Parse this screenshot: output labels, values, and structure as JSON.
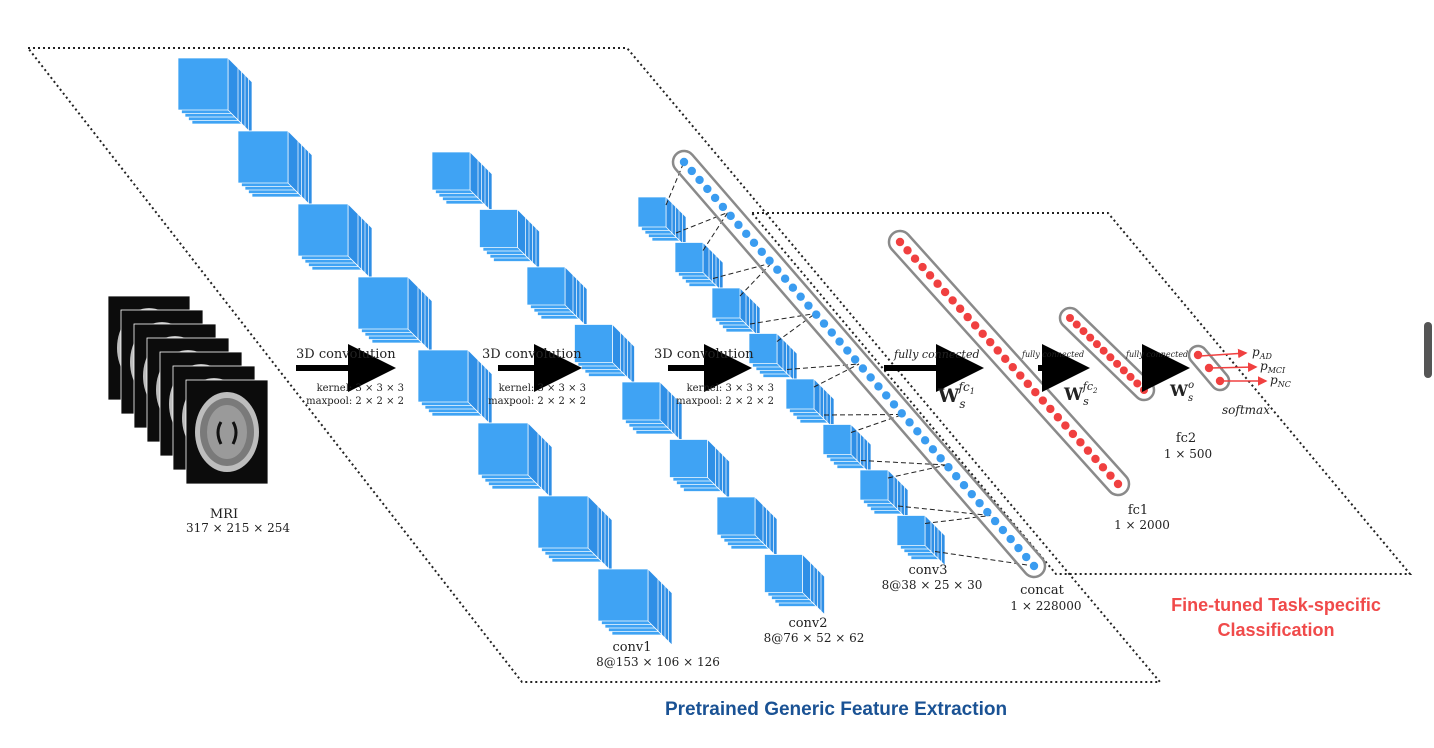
{
  "colors": {
    "cube_face": "#3fa3f4",
    "cube_edge": "#ffffff",
    "blue_node": "#3a9cf0",
    "red_node": "#f04040",
    "frame": "#222222",
    "capsule": "#8a8a8a",
    "pretrained_caption": "#1a5294",
    "finetuned_caption": "#f04a4a"
  },
  "input": {
    "label": "MRI",
    "dims": "317 × 215 × 254"
  },
  "stages": [
    {
      "op": "3D convolution",
      "kernel": "kernel:  3 × 3 × 3",
      "maxpool": "maxpool:  2 × 2 × 2"
    },
    {
      "op": "3D convolution",
      "kernel": "kernel:  3 × 3 × 3",
      "maxpool": "maxpool:  2 × 2 × 2"
    },
    {
      "op": "3D convolution",
      "kernel": "kernel:  3 × 3 × 3",
      "maxpool": "maxpool:  2 × 2 × 2"
    }
  ],
  "layers": {
    "conv1": {
      "name": "conv1",
      "dims": "8@153 × 106 × 126"
    },
    "conv2": {
      "name": "conv2",
      "dims": "8@76 × 52 × 62"
    },
    "conv3": {
      "name": "conv3",
      "dims": "8@38 × 25 × 30"
    },
    "concat": {
      "name": "concat",
      "dims": "1 × 228000"
    },
    "fc1": {
      "name": "fc1",
      "dims": "1 × 2000"
    },
    "fc2": {
      "name": "fc2",
      "dims": "1 × 500"
    }
  },
  "fully_connected_label": "fully connected",
  "weights": {
    "w1": {
      "base": "W",
      "sub": "s",
      "sup": "fc",
      "supsub": "1"
    },
    "w2": {
      "base": "W",
      "sub": "s",
      "sup": "fc",
      "supsub": "2"
    },
    "wo": {
      "base": "W",
      "sub": "s",
      "sup": "o"
    }
  },
  "outputs": [
    {
      "p": "p",
      "sub": "AD"
    },
    {
      "p": "p",
      "sub": "MCI"
    },
    {
      "p": "p",
      "sub": "NC"
    }
  ],
  "softmax_label": "softmax",
  "captions": {
    "pretrained": "Pretrained Generic Feature Extraction",
    "finetuned_line1": "Fine-tuned Task-specific",
    "finetuned_line2": "Classification"
  }
}
